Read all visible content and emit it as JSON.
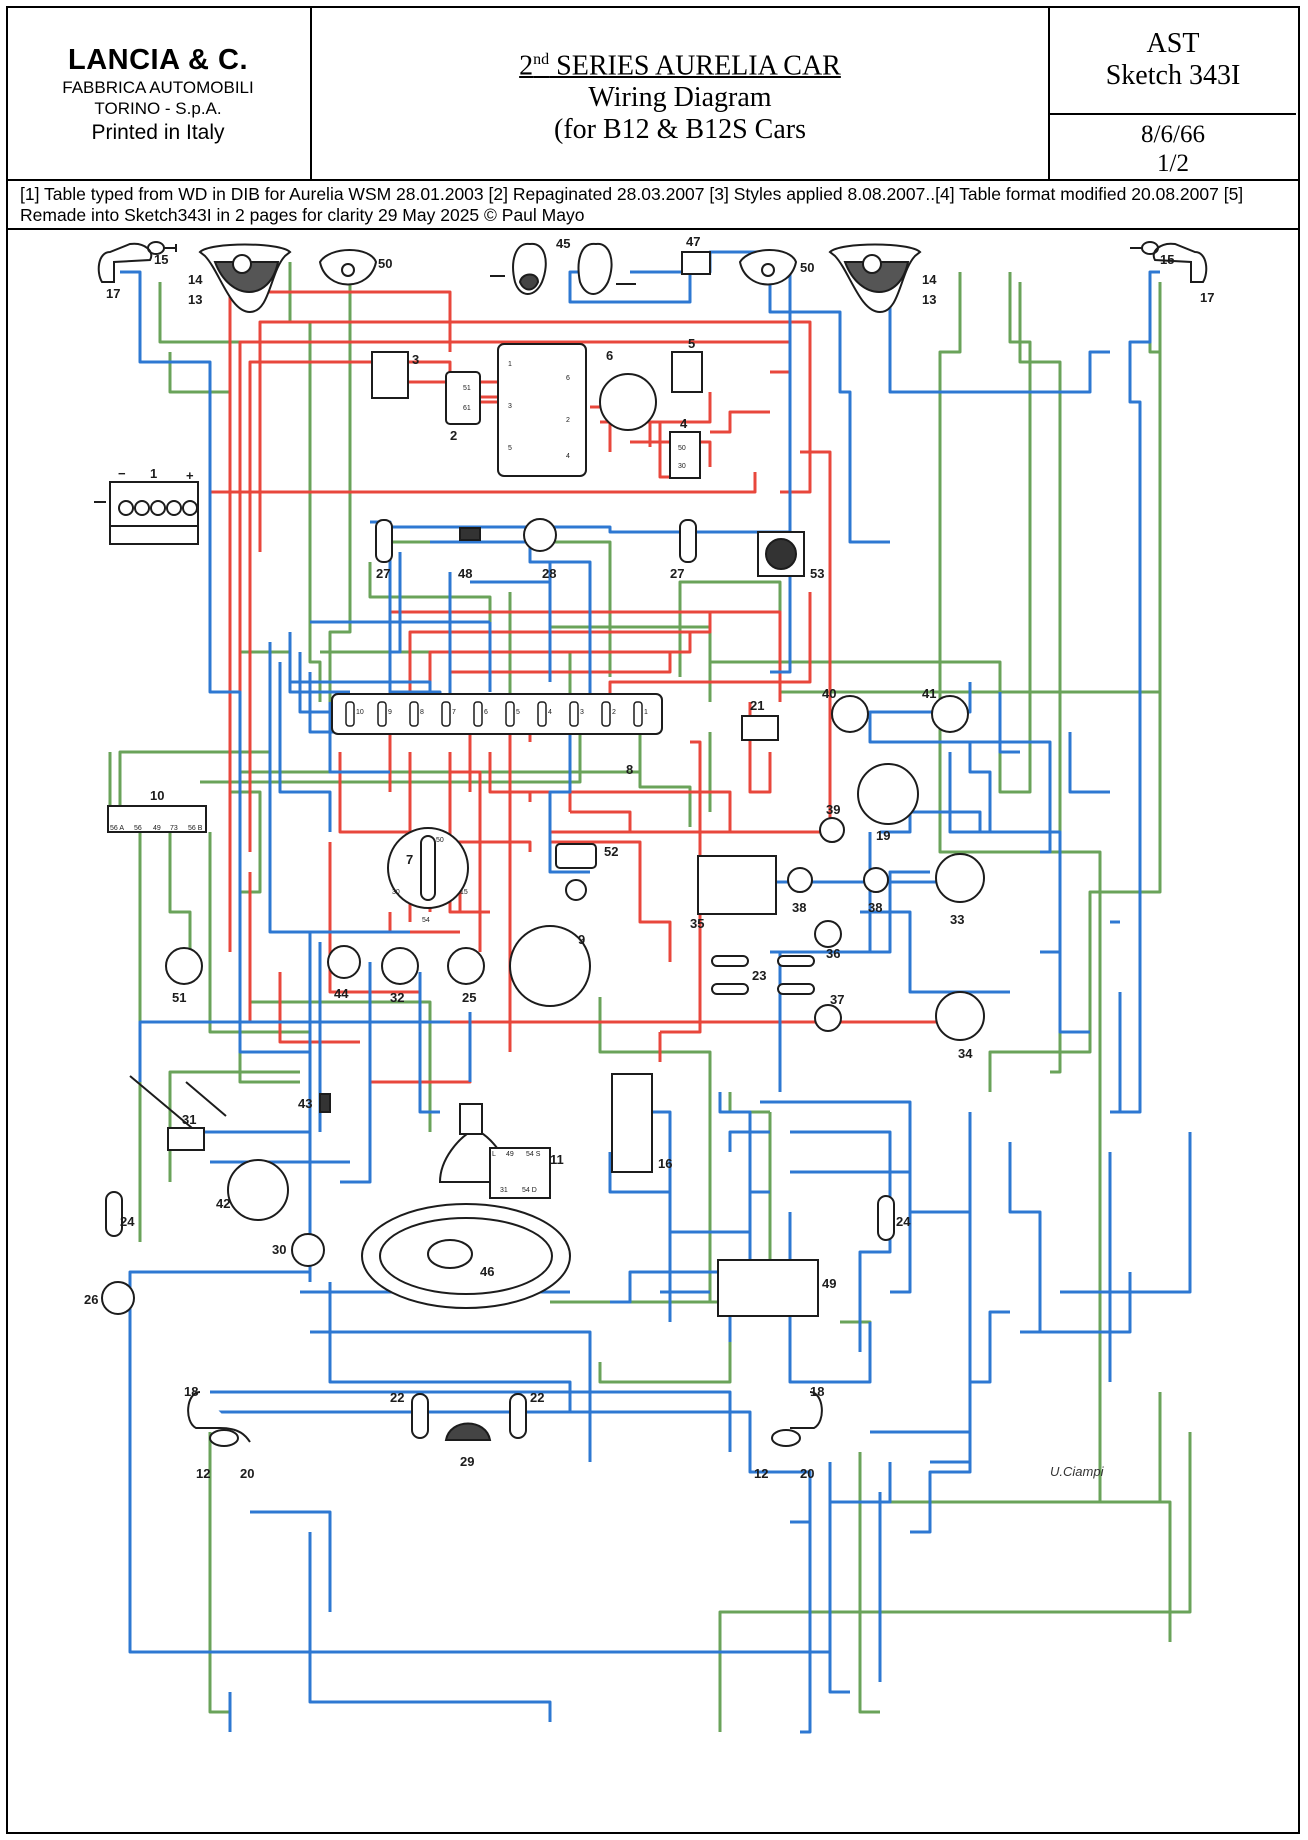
{
  "header": {
    "brand": "LANCIA & C.",
    "company_line1": "FABBRICA AUTOMOBILI",
    "company_line2": "TORINO - S.p.A.",
    "printed": "Printed in Italy",
    "title_ordinal": "2",
    "title_ordinal_sup": "nd",
    "title_rest": " SERIES AURELIA CAR",
    "subtitle": "Wiring Diagram",
    "cars": "(for B12 & B12S Cars",
    "ref_line1": "AST",
    "ref_line2": "Sketch 343I",
    "date": "8/6/66",
    "page": "1/2"
  },
  "notes": "[1] Table typed from WD in DIB for Aurelia WSM 28.01.2003  [2]  Repaginated 28.03.2007  [3]  Styles applied 8.08.2007..[4]  Table format modified  20.08.2007 [5] Remade into Sketch343I in 2 pages for clarity 29 May 2025 © Paul Mayo",
  "wire_colors": {
    "red": "#e8473c",
    "blue": "#2e78d2",
    "green": "#6aa35a",
    "ink": "#1c1c1c"
  },
  "component_labels": {
    "c1": "1",
    "c2": "2",
    "c3": "3",
    "c4": "4",
    "c5": "5",
    "c6": "6",
    "c7": "7",
    "c8": "8",
    "c9": "9",
    "c10": "10",
    "c11": "11",
    "c12": "12",
    "c13": "13",
    "c14": "14",
    "c15": "15",
    "c16": "16",
    "c17": "17",
    "c18": "18",
    "c19": "19",
    "c20": "20",
    "c21": "21",
    "c22": "22",
    "c23": "23",
    "c24": "24",
    "c25": "25",
    "c26": "26",
    "c27": "27",
    "c28": "28",
    "c29": "29",
    "c30": "30",
    "c31": "31",
    "c32": "32",
    "c33": "33",
    "c34": "34",
    "c35": "35",
    "c36": "36",
    "c37": "37",
    "c38": "38",
    "c39": "39",
    "c40": "40",
    "c41": "41",
    "c42": "42",
    "c43": "43",
    "c44": "44",
    "c45": "45",
    "c46": "46",
    "c47": "47",
    "c48": "48",
    "c49": "49",
    "c50": "50",
    "c51": "51",
    "c52": "52",
    "c53": "53"
  },
  "battery": {
    "minus": "−",
    "plus": "+"
  },
  "fuse_numbers": [
    "10",
    "9",
    "8",
    "7",
    "6",
    "5",
    "4",
    "3",
    "2",
    "1"
  ],
  "terminals": {
    "regulator": [
      "51",
      "61"
    ],
    "ignition_switch": [
      "30",
      "15",
      "54",
      "50"
    ],
    "connector_10": [
      "56 A",
      "56",
      "49",
      "73",
      "56 B"
    ],
    "switch_11": [
      "L",
      "49",
      "54 S",
      "31",
      "54 D"
    ],
    "dynamo_box": [
      "1",
      "3",
      "5",
      "6",
      "2",
      "4"
    ],
    "starter_relay": [
      "50",
      "30"
    ]
  },
  "signature": "U.Ciampi"
}
